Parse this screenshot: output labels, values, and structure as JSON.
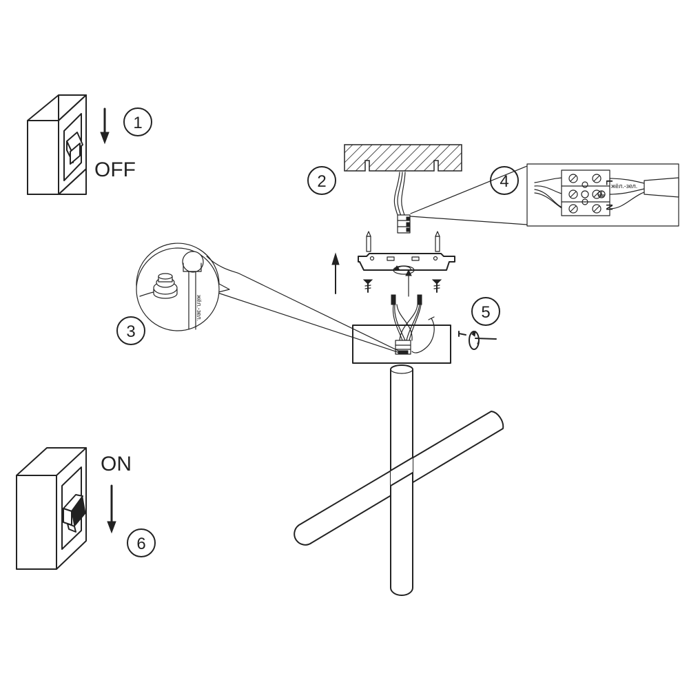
{
  "switch_off": {
    "label": "OFF"
  },
  "switch_on": {
    "label": "ON"
  },
  "steps": [
    {
      "number": "1"
    },
    {
      "number": "2"
    },
    {
      "number": "3"
    },
    {
      "number": "4"
    },
    {
      "number": "5"
    },
    {
      "number": "6"
    }
  ],
  "ground_wire_label": "жёл.-зел.",
  "terminal_block": {
    "terminals": [
      "L",
      "N"
    ],
    "ground_symbol": "earth-ground-icon",
    "wire_label": "жёл.-зел."
  }
}
